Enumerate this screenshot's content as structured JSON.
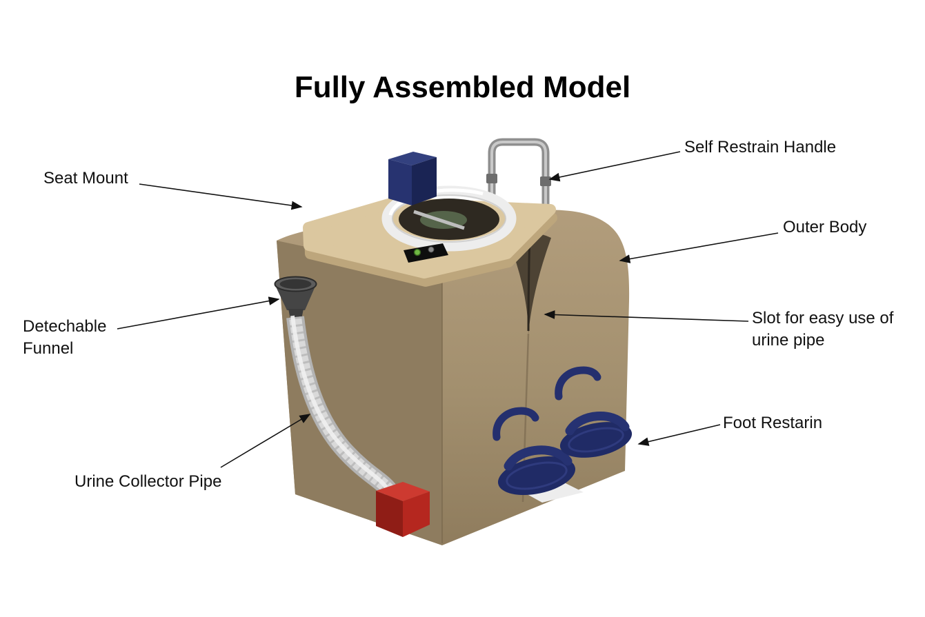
{
  "title": "Fully Assembled Model",
  "labels": {
    "seat_mount": "Seat Mount",
    "self_restrain_handle": "Self Restrain Handle",
    "outer_body": "Outer Body",
    "slot_urine_pipe": "Slot for easy use of urine pipe",
    "foot_restrain": "Foot Restarin",
    "detachable_funnel": "Detechable Funnel",
    "urine_collector_pipe": "Urine Collector Pipe"
  },
  "colors": {
    "body_tan": "#a59172",
    "body_left_shade": "#8e7c5f",
    "seat_plate": "#dbc79f",
    "seat_ring": "#ededed",
    "navy_blue": "#202b66",
    "collector_red": "#b5271f",
    "pipe_gray": "#d9d9d9",
    "funnel_gray": "#454545",
    "handle_gray": "#8f8f8f",
    "arrow_black": "#111111"
  }
}
